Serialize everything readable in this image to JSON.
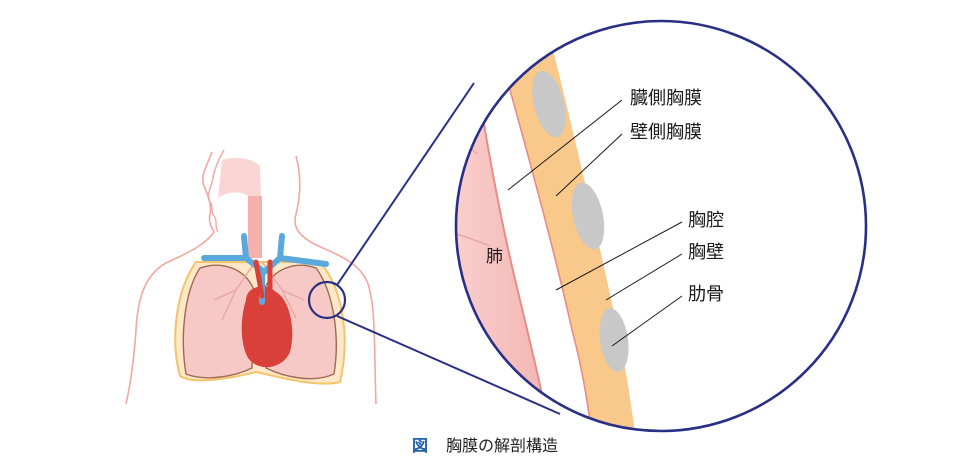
{
  "labels": {
    "visceral_pleura": "臓側胸膜",
    "parietal_pleura": "壁側胸膜",
    "pleural_cavity": "胸腔",
    "chest_wall": "胸壁",
    "rib": "肋骨",
    "lung": "肺"
  },
  "caption": {
    "figure_mark": "図",
    "title": "胸膜の解剖構造"
  },
  "colors": {
    "outline_pink": "#f2a7a2",
    "lung_pink": "#f7c9c6",
    "heart_red": "#d9403a",
    "vessel_blue": "#5aa9dc",
    "chest_wall_orange": "#f8c98a",
    "rib_gray": "#c8c8c8",
    "zoom_circle_navy": "#2a2f86"
  }
}
